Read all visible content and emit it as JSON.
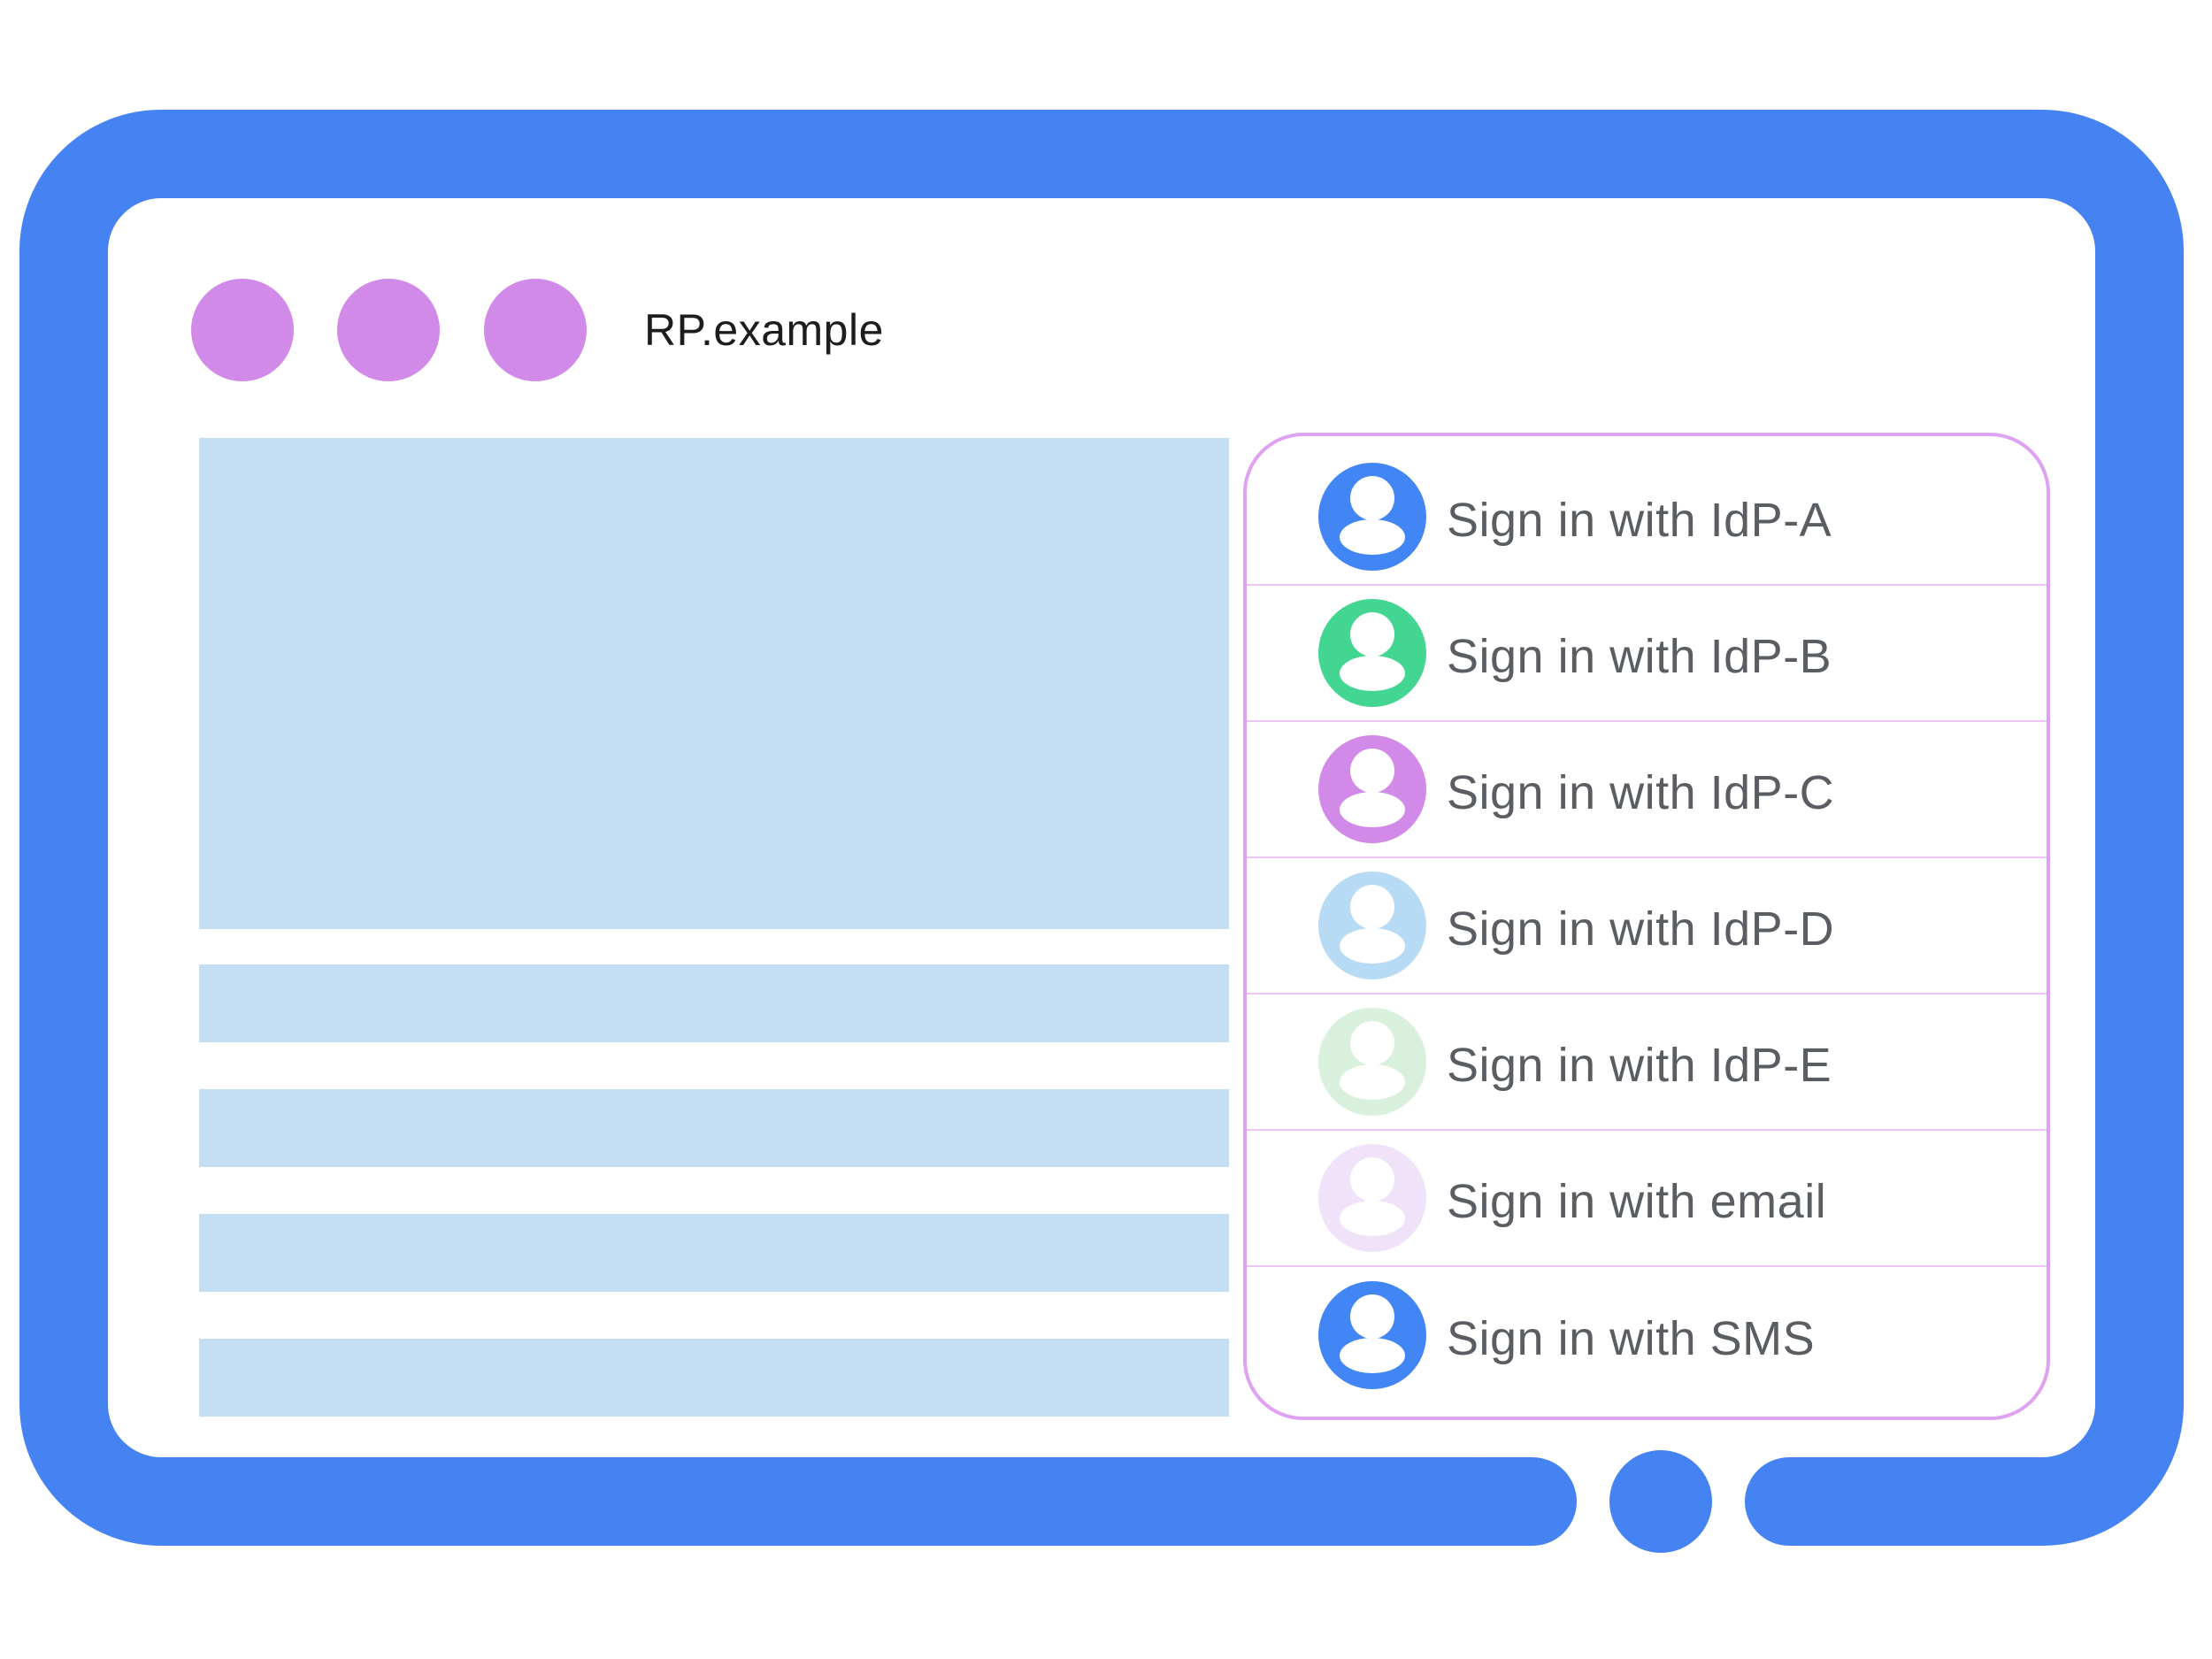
{
  "browser_mock": {
    "title": "RP.example",
    "window_dot_count": 3
  },
  "sign_in": {
    "options": [
      {
        "label": "Sign in with IdP-A",
        "icon": "person-circle",
        "avatar_color": "#4285f4"
      },
      {
        "label": "Sign in with IdP-B",
        "icon": "person-circle",
        "avatar_color": "#42d692"
      },
      {
        "label": "Sign in with IdP-C",
        "icon": "person-circle",
        "avatar_color": "#d28ae9"
      },
      {
        "label": "Sign in with IdP-D",
        "icon": "person-circle",
        "avatar_color": "#b8dbf5"
      },
      {
        "label": "Sign in with IdP-E",
        "icon": "person-circle",
        "avatar_color": "#d9f0dd"
      },
      {
        "label": "Sign in with email",
        "icon": "person-circle",
        "avatar_color": "#f0e2f8"
      },
      {
        "label": "Sign in with SMS",
        "icon": "person-circle",
        "avatar_color": "#4285f4"
      }
    ]
  },
  "colors": {
    "device_frame": "#4583f2",
    "window_dot": "#d28ae9",
    "panel_border": "#dfa2f2",
    "panel_divider": "#ecc5f7",
    "content_placeholder": "#c4dff3",
    "label_text": "#5a5e63",
    "title_text": "#1d1d1f"
  }
}
